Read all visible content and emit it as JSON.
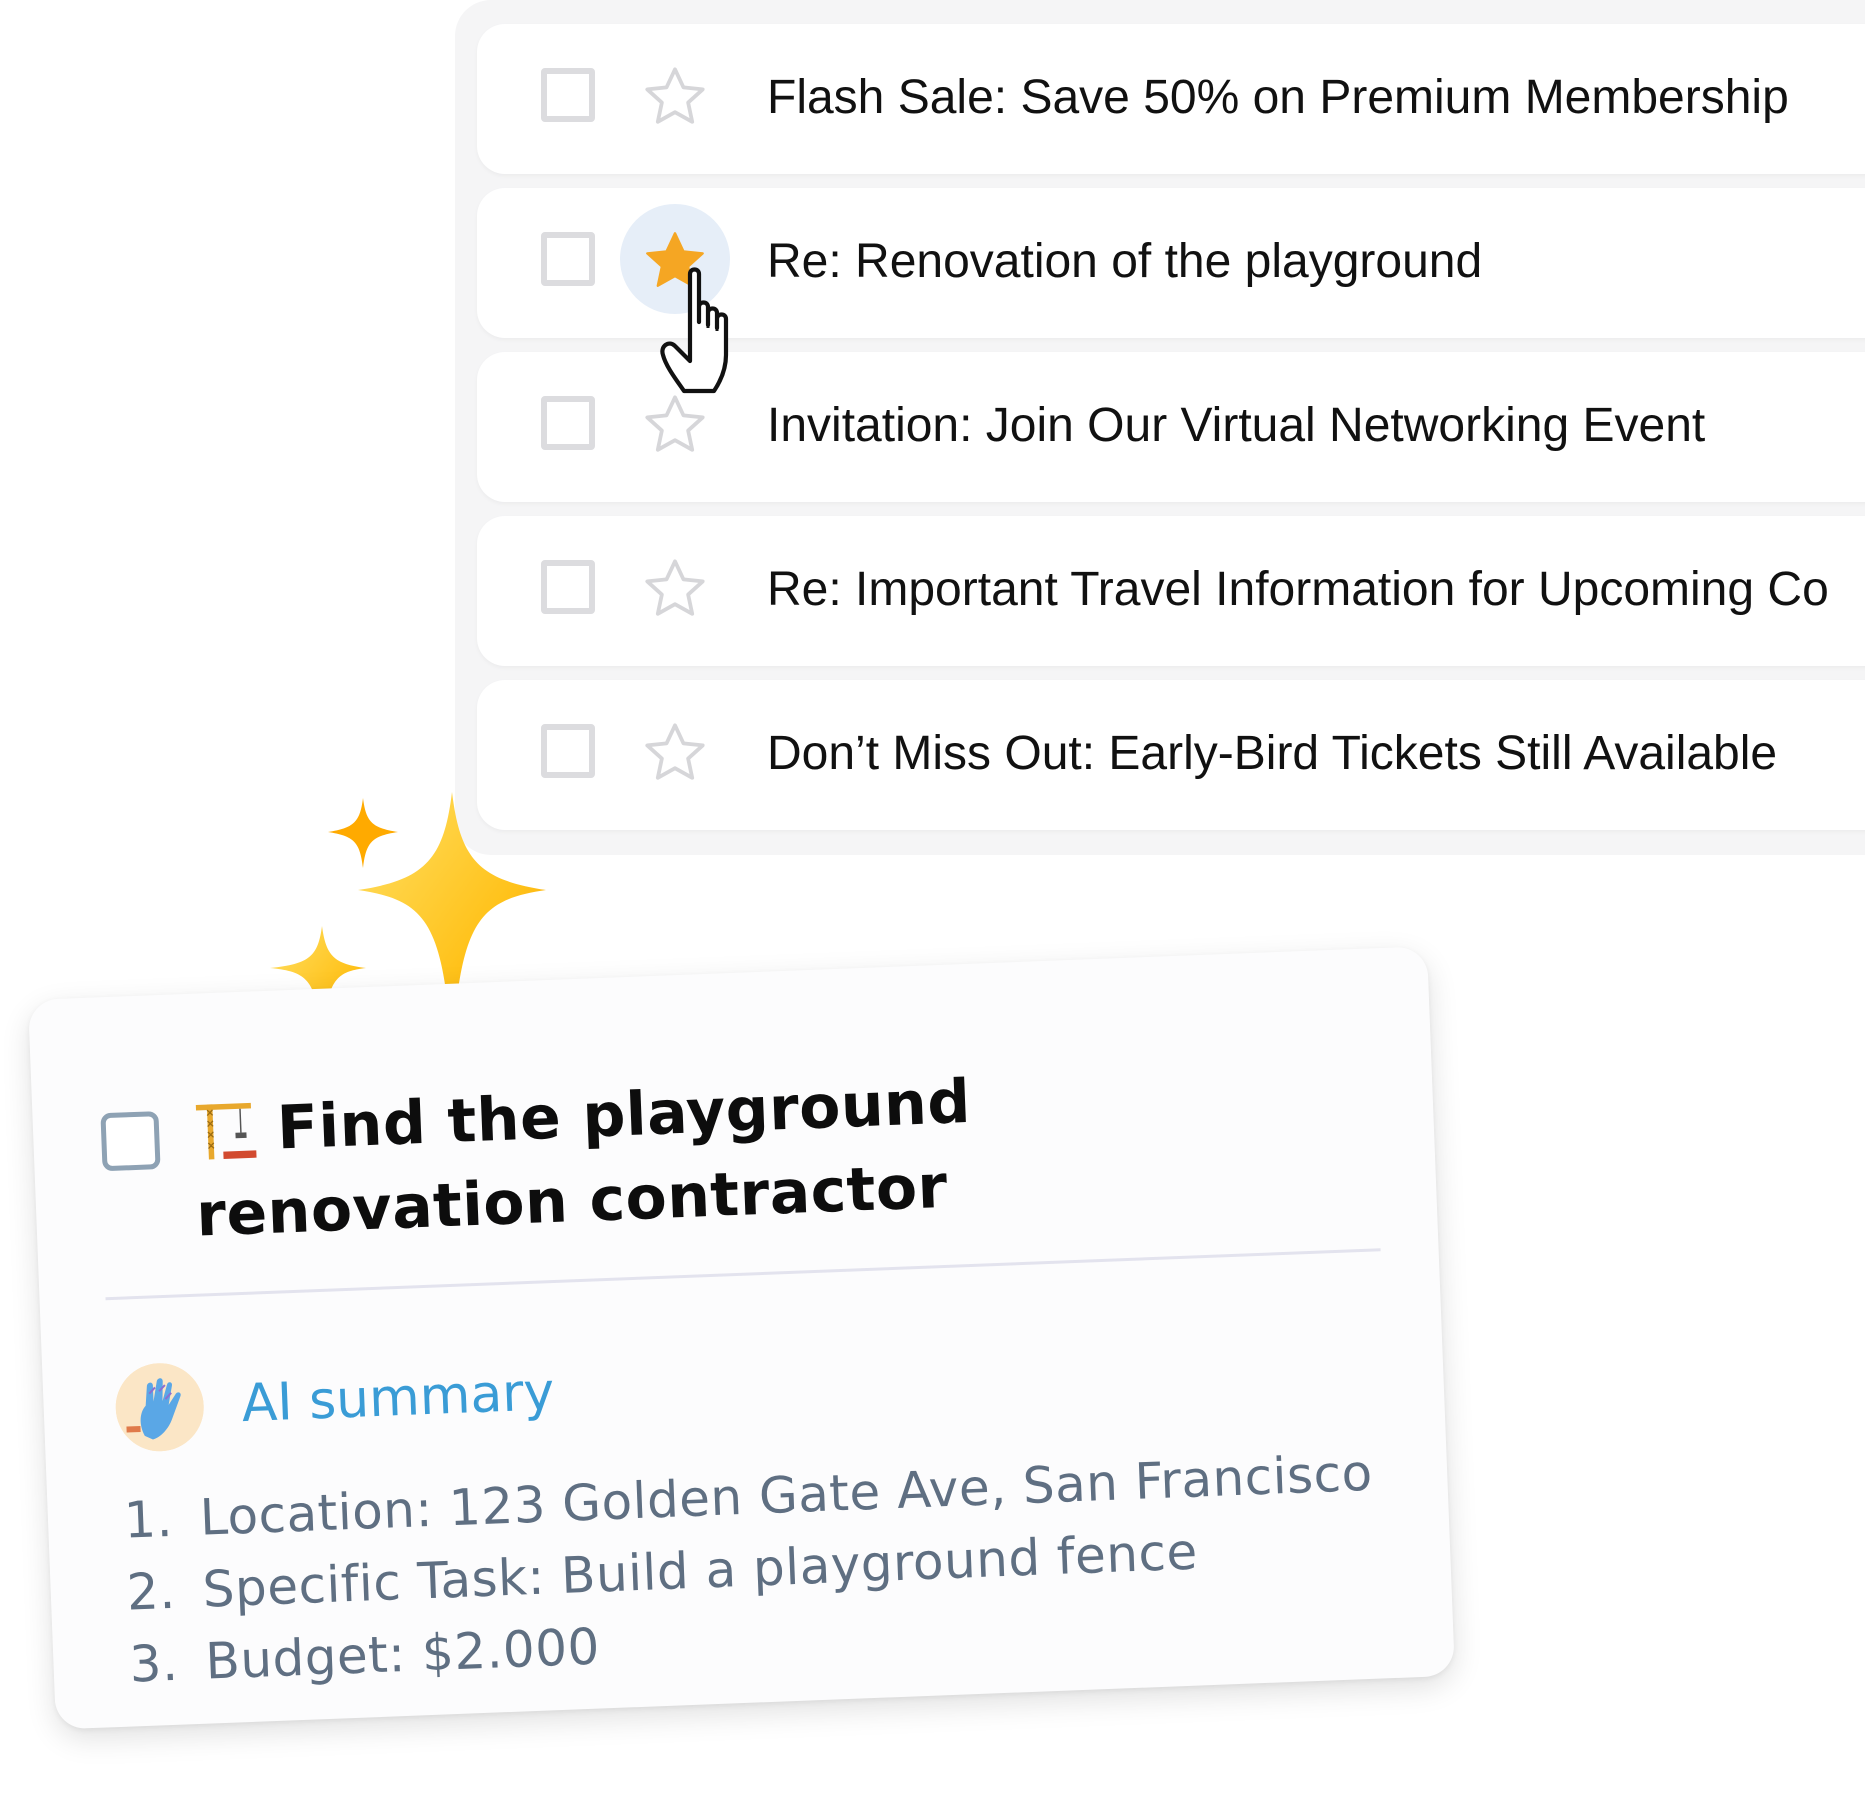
{
  "emails": [
    {
      "subject": "Flash Sale: Save 50% on Premium Membership",
      "starred": false
    },
    {
      "subject": "Re: Renovation of the playground",
      "starred": true
    },
    {
      "subject": "Invitation: Join Our Virtual Networking Event",
      "starred": false
    },
    {
      "subject": "Re: Important Travel Information for Upcoming Co",
      "starred": false
    },
    {
      "subject": "Don’t Miss Out: Early-Bird Tickets Still Available",
      "starred": false
    }
  ],
  "task": {
    "title": "Find the playground renovation contractor",
    "icon": "construction-crane-icon",
    "ai_summary_label": "AI summary",
    "summary": [
      {
        "num": "1.",
        "text": "Location: 123 Golden Gate Ave, San Francisco"
      },
      {
        "num": "2.",
        "text": "Specific Task: Build a playground fence"
      },
      {
        "num": "3.",
        "text": "Budget: $2.000"
      }
    ]
  },
  "colors": {
    "star_active": "#f5a623",
    "star_inactive": "#d6d6d9",
    "star_highlight_bg": "#e6eef8",
    "ai_label": "#3a9cd6",
    "summary_text": "#5f6f82",
    "sparkle": "#ffc83d"
  }
}
